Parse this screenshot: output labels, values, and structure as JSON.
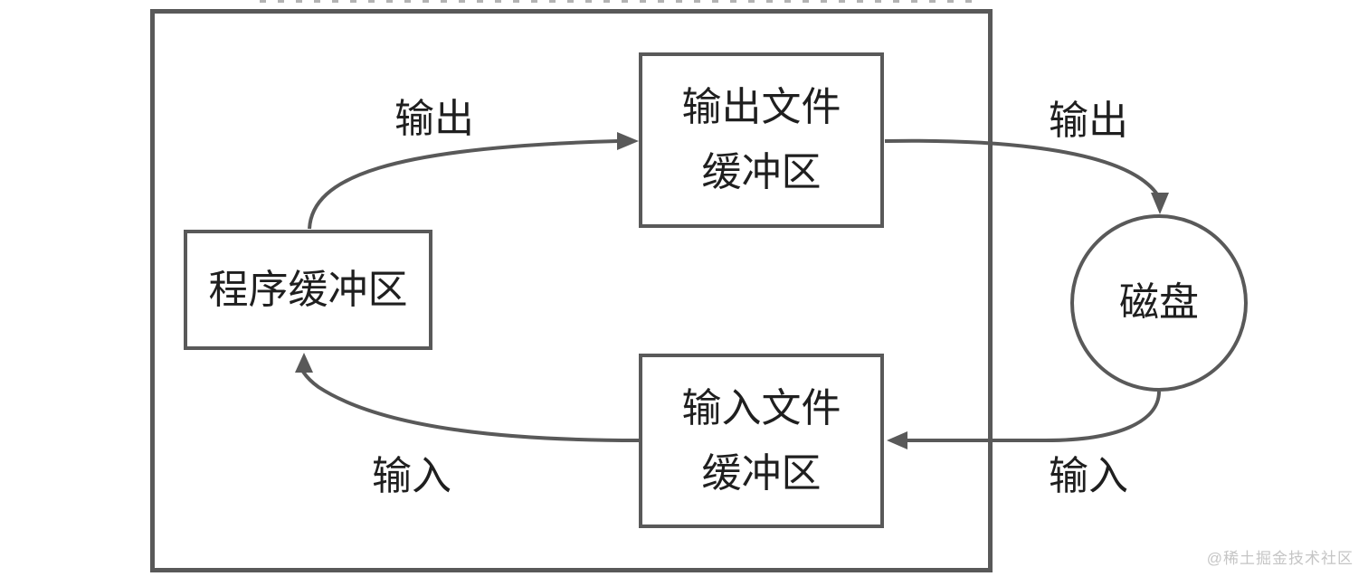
{
  "colors": {
    "line": "#595959",
    "text": "#1f1f1f",
    "watermark": "#c5c5c5",
    "background": "#ffffff"
  },
  "diagram": {
    "nodes": {
      "program_buffer": {
        "label": "程序缓冲区"
      },
      "output_file_buffer": {
        "line1": "输出文件",
        "line2": "缓冲区"
      },
      "input_file_buffer": {
        "line1": "输入文件",
        "line2": "缓冲区"
      },
      "disk": {
        "label": "磁盘"
      }
    },
    "edges": {
      "program_to_output_buffer": {
        "label": "输出"
      },
      "output_buffer_to_disk": {
        "label": "输出"
      },
      "disk_to_input_buffer": {
        "label": "输入"
      },
      "input_buffer_to_program": {
        "label": "输入"
      }
    }
  },
  "watermark": "@稀土掘金技术社区"
}
